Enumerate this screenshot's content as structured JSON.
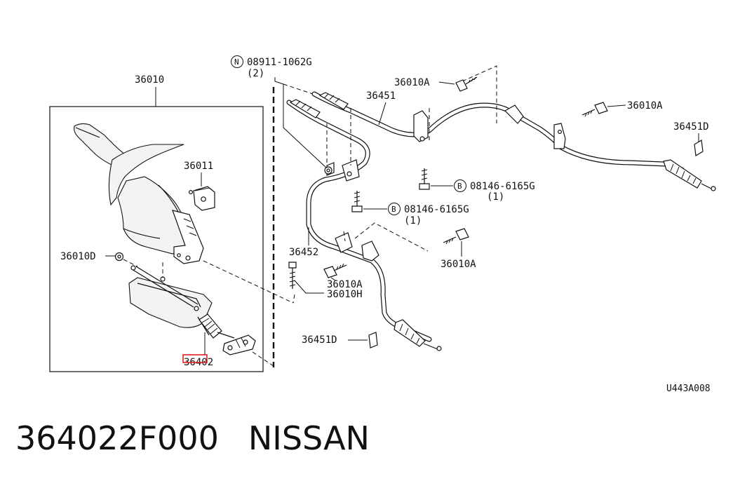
{
  "labels": {
    "assy": "36010",
    "sub_assy": "36011",
    "clip_left": "36010D",
    "clip_front": "36451D",
    "clip_rear": "36451D",
    "front_cable": "36402",
    "rear_cable_right": "36451",
    "rear_cable_left": "36452",
    "bolt_a_top": "36010A",
    "bolt_a_right": "36010A",
    "bolt_a_mid": "36010A",
    "bolt_a_lower": "36010A",
    "bolt_h": "36010H",
    "nut_part": "08911-1062G",
    "nut_qty": "(2)",
    "bolt_b_upper_part": "08146-6165G",
    "bolt_b_upper_qty": "(1)",
    "bolt_b_lower_part": "08146-6165G",
    "bolt_b_lower_qty": "(1)",
    "callout_n": "N",
    "callout_b": "B",
    "drawing_code": "U443A008"
  },
  "highlight": {
    "part": "36402",
    "color": "#e02020"
  },
  "footer": {
    "part_number": "364022F000",
    "brand": "NISSAN"
  }
}
